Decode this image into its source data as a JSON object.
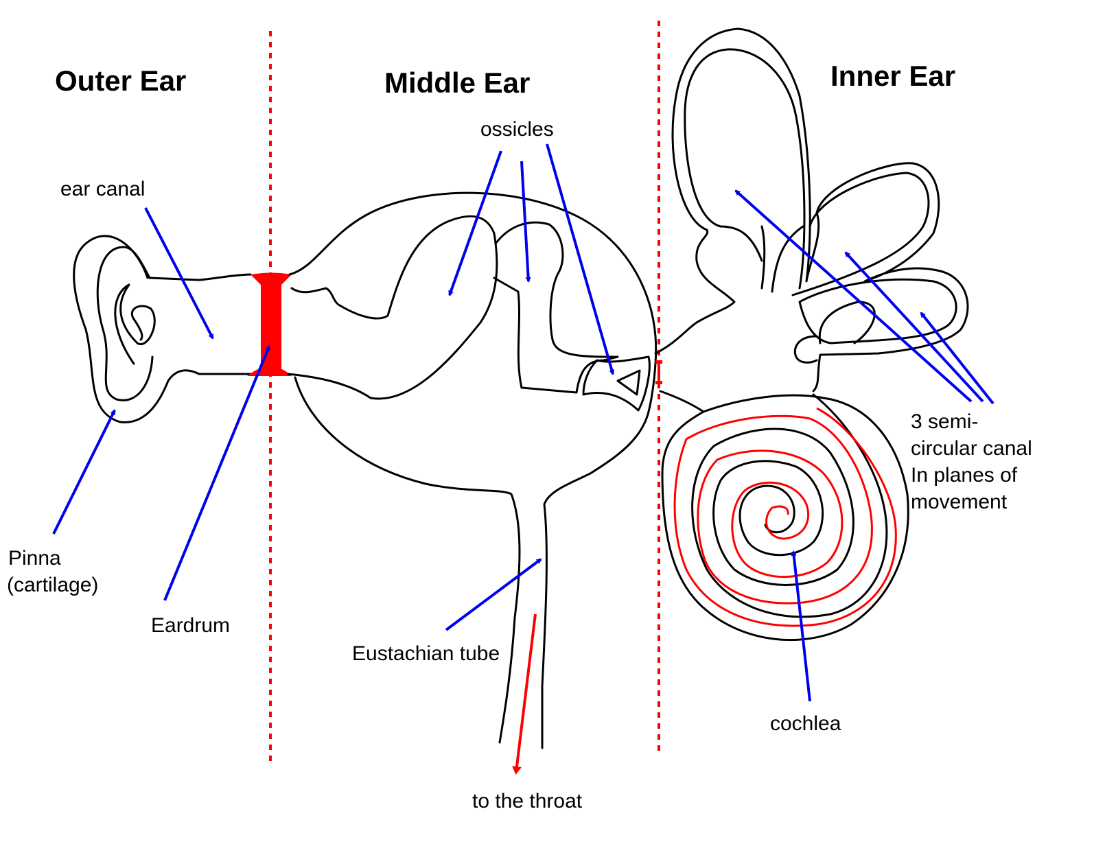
{
  "titles": {
    "outer": "Outer Ear",
    "middle": "Middle Ear",
    "inner": "Inner Ear"
  },
  "labels": {
    "ear_canal": "ear canal",
    "ossicles": "ossicles",
    "pinna_1": "Pinna",
    "pinna_2": "(cartilage)",
    "eardrum": "Eardrum",
    "eustachian": "Eustachian tube",
    "throat": "to the throat",
    "semi_1": "3 semi-",
    "semi_2": "circular canal",
    "semi_3": "In planes of",
    "semi_4": "movement",
    "cochlea": "cochlea"
  },
  "colors": {
    "outline": "#000000",
    "pointer": "#0000ee",
    "highlight": "#ff0000"
  }
}
